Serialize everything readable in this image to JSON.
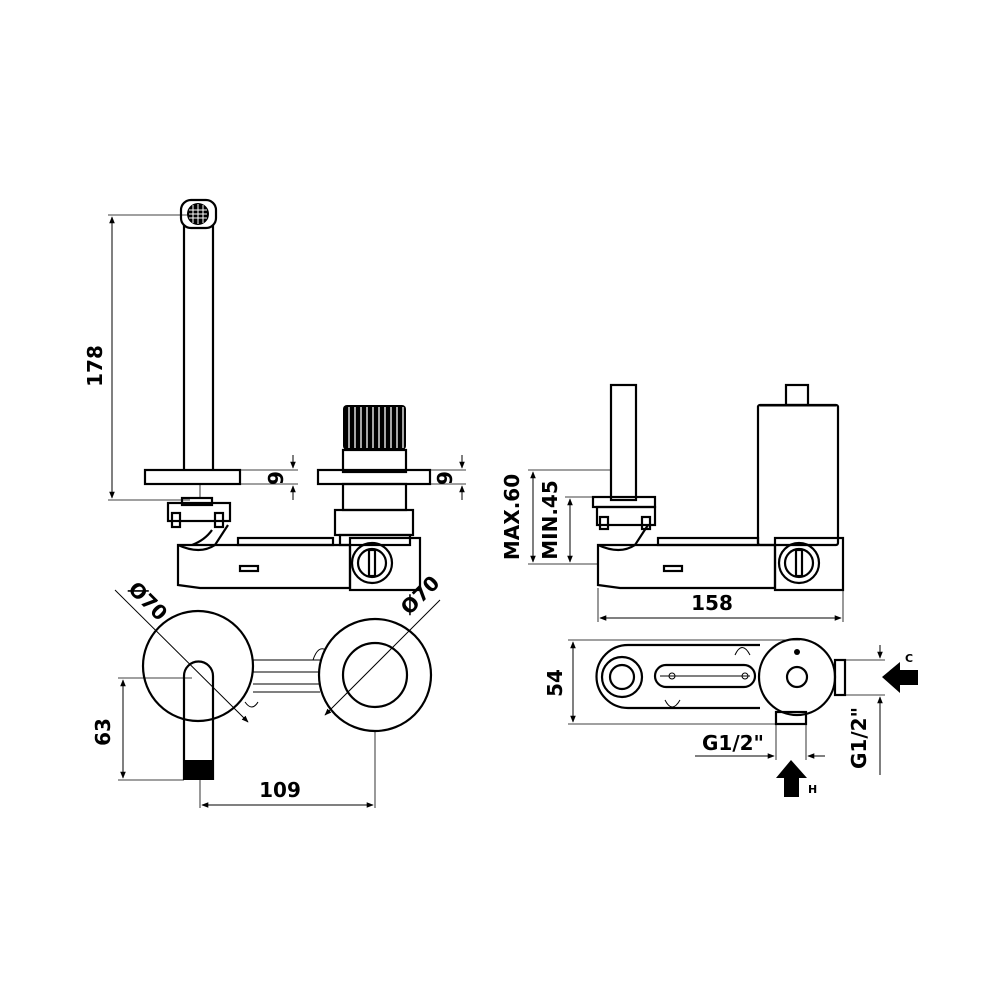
{
  "dimensions": {
    "spout_height": "178",
    "flange_thickness_spout": "9",
    "flange_thickness_handle": "9",
    "diameter_spout": "Ø70",
    "diameter_handle": "Ø70",
    "spout_projection": "63",
    "center_distance": "109",
    "max_depth": "MAX.60",
    "min_depth": "MIN.45",
    "body_length": "158",
    "body_depth": "54",
    "thread_bottom": "G1/2\"",
    "thread_side": "G1/2\""
  },
  "markers": {
    "cold": "C",
    "hot": "H"
  },
  "colors": {
    "line": "#000000",
    "background": "#ffffff"
  }
}
